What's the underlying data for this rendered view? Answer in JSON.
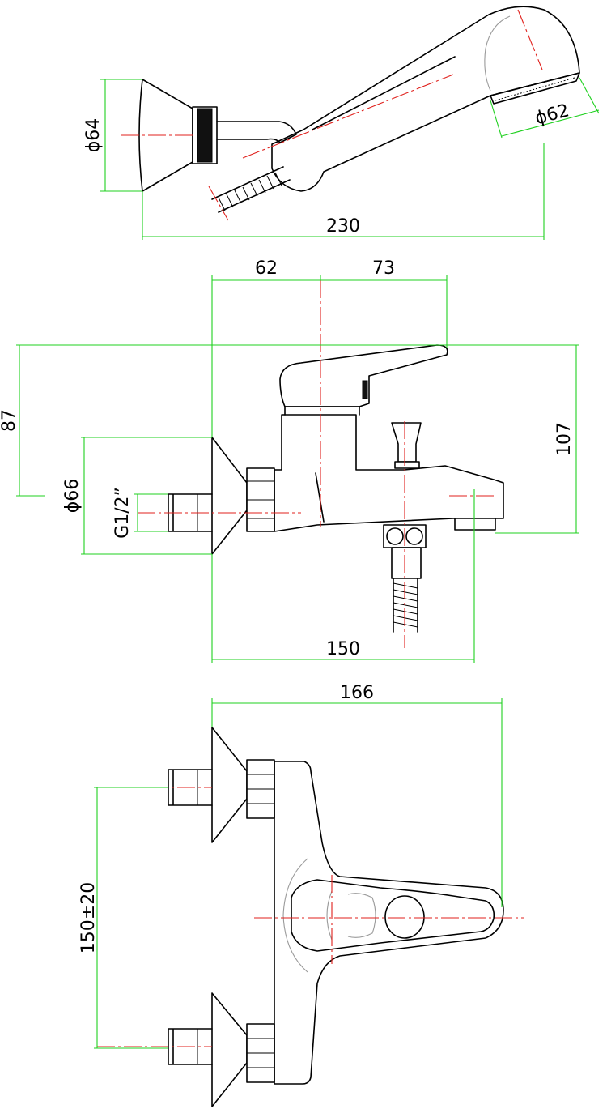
{
  "view_top": {
    "dim_head_diameter": "ϕ62",
    "dim_wall_cup_diameter": "ϕ64",
    "dim_overall_length": "230"
  },
  "view_front": {
    "dim_handle_offset": "62",
    "dim_handle_reach": "73",
    "dim_handle_height": "87",
    "dim_total_height": "107",
    "dim_flange_diameter": "ϕ66",
    "dim_thread": "G1/2”",
    "dim_spout_length": "150"
  },
  "view_plan": {
    "dim_overall_width": "166",
    "dim_centres": "150±20"
  },
  "colors": {
    "dimension_lines": "#1fd01f",
    "centre_lines": "#e0201c",
    "outlines": "#000000"
  }
}
